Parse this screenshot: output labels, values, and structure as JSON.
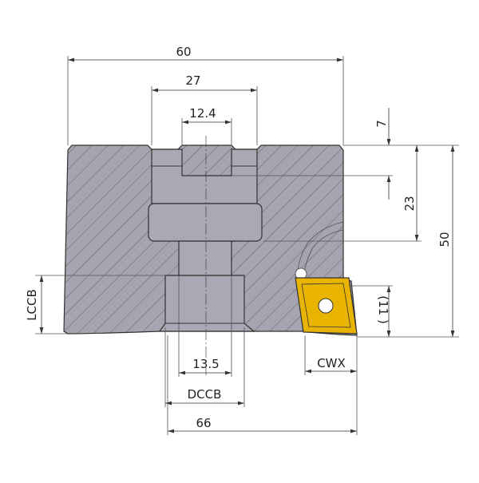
{
  "title": "Face mill cutter cross-section dimensions",
  "dimensions": {
    "overall_diameter": "60",
    "bore_counter": "27",
    "keyway_width": "12.4",
    "keyway_depth": "7",
    "bore_depth": "23",
    "height": "50",
    "lccb": "LCCB",
    "insert_height": "(11  )",
    "cwx": "CWX",
    "bore_diameter": "13.5",
    "dccb": "DCCB",
    "cutting_diameter": "66"
  },
  "colors": {
    "body": "#a5a4b0",
    "insert": "#e8b400"
  }
}
